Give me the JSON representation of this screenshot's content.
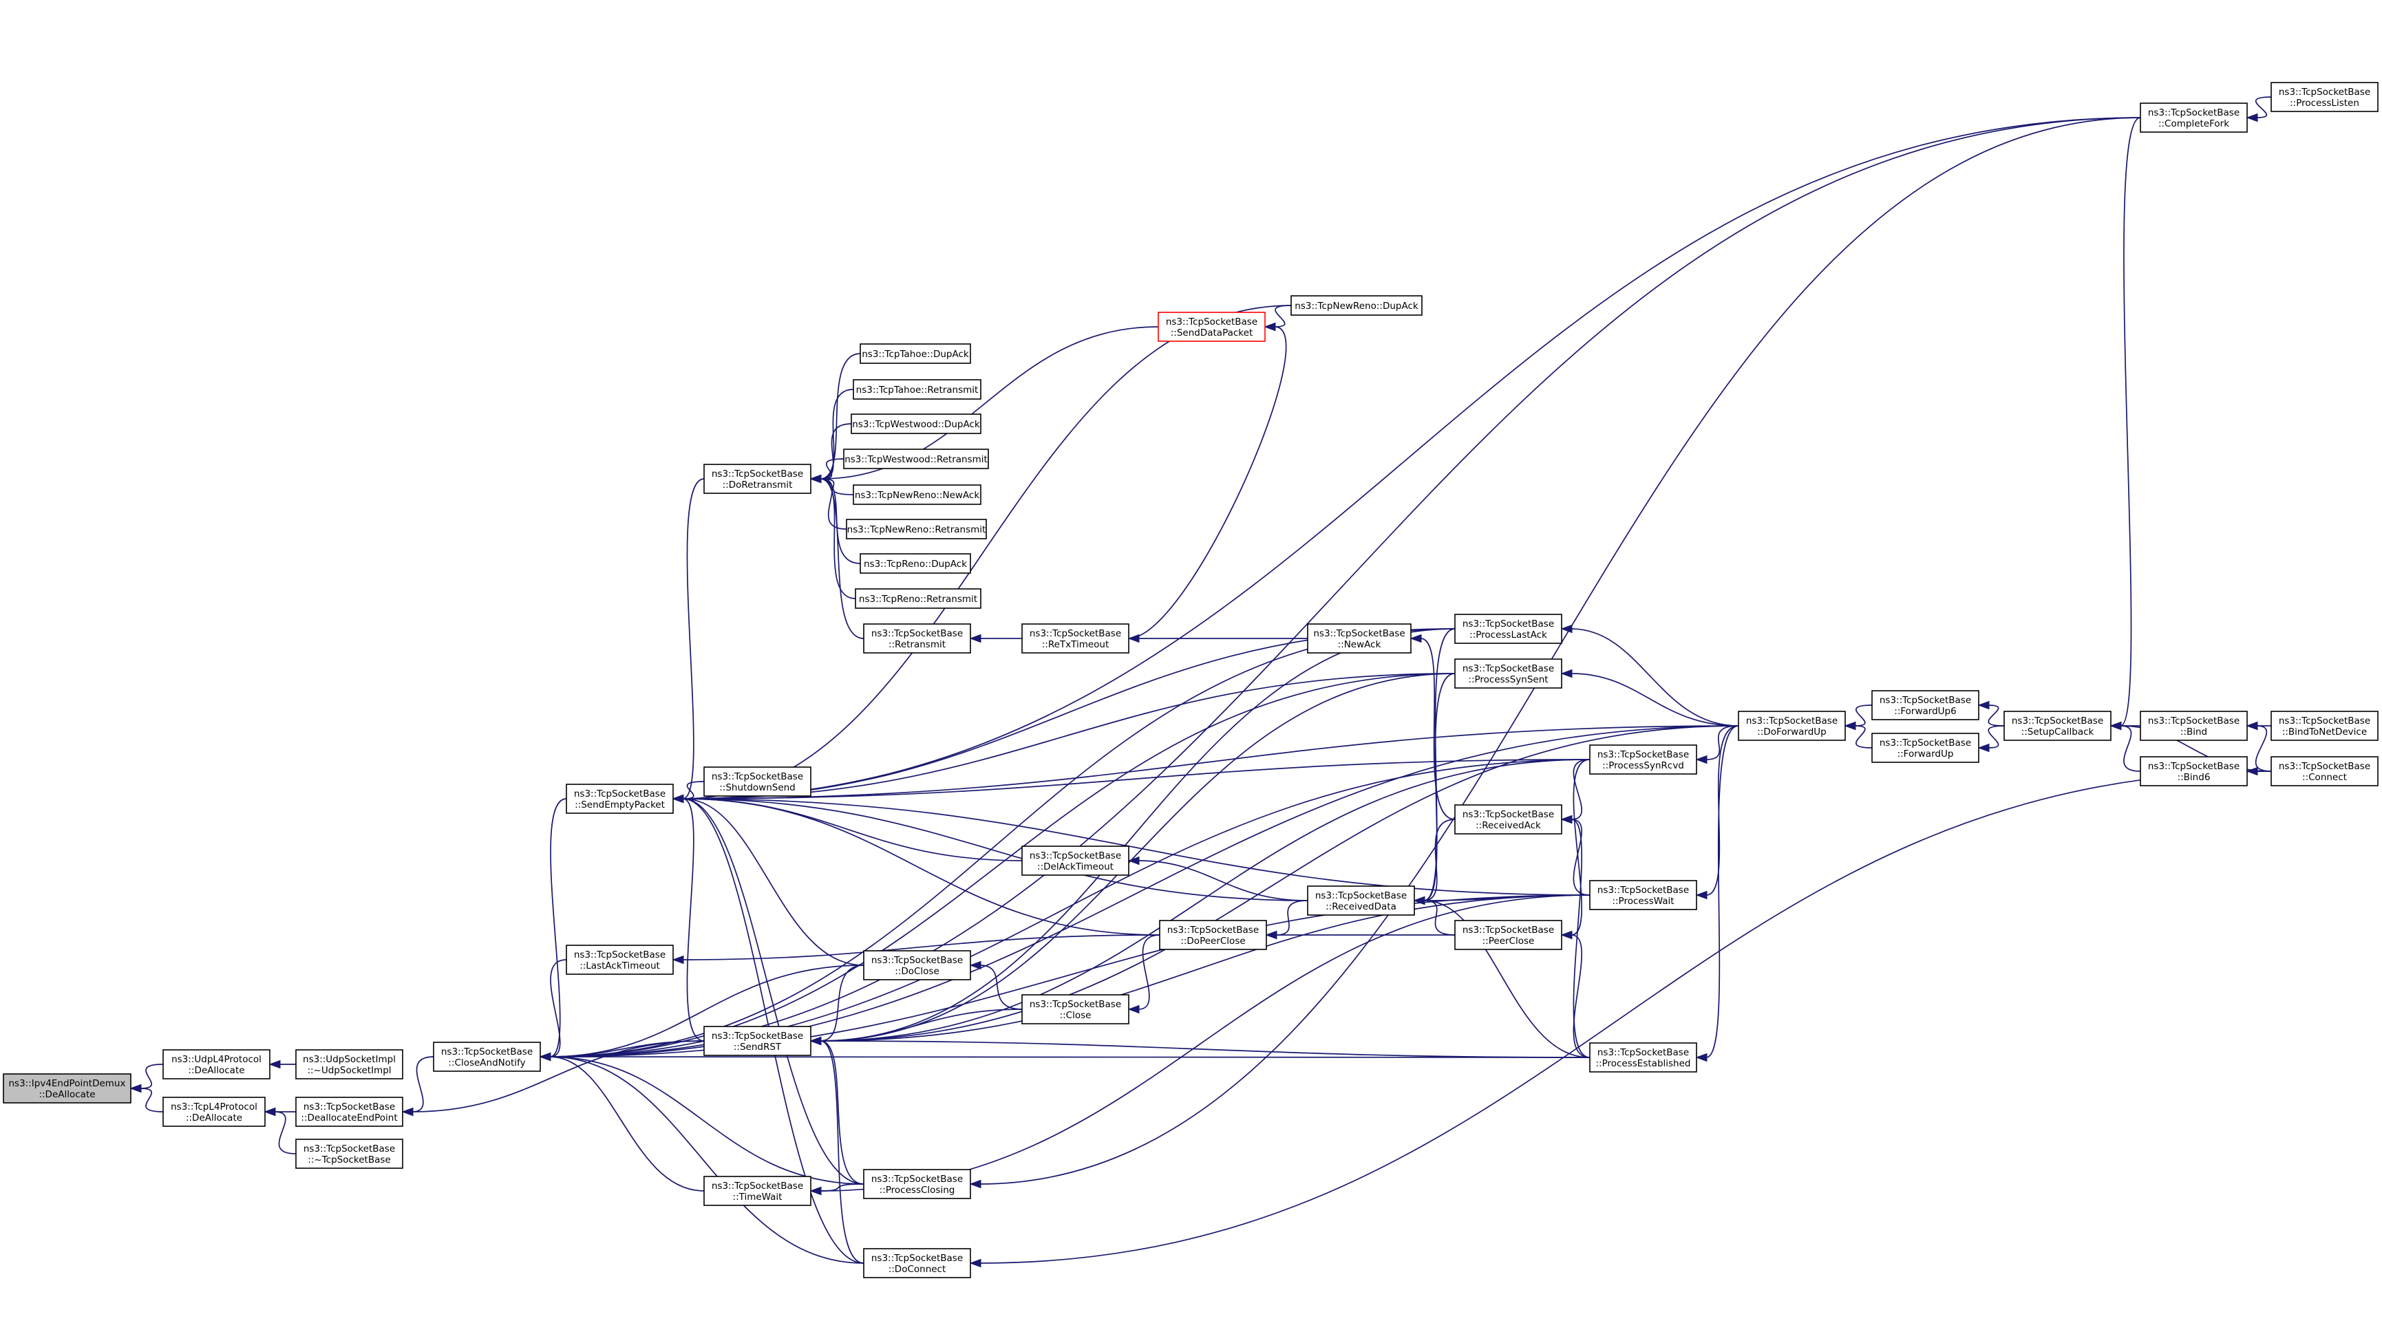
{
  "diagram": {
    "type": "doxygen-caller-graph",
    "colors": {
      "edge": "#191970",
      "node_border": "#000000",
      "root_fill": "#bfbfbf",
      "highlight_border": "#ff0000",
      "background": "#ffffff"
    },
    "nodes": [
      {
        "id": "root",
        "lines": [
          "ns3::Ipv4EndPointDemux",
          "::DeAllocate"
        ],
        "root": true
      },
      {
        "id": "udpl4",
        "lines": [
          "ns3::UdpL4Protocol",
          "::DeAllocate"
        ]
      },
      {
        "id": "udpsockimpl",
        "lines": [
          "ns3::UdpSocketImpl",
          "::~UdpSocketImpl"
        ]
      },
      {
        "id": "tcpl4",
        "lines": [
          "ns3::TcpL4Protocol",
          "::DeAllocate"
        ]
      },
      {
        "id": "dealloc",
        "lines": [
          "ns3::TcpSocketBase",
          "::DeallocateEndPoint"
        ]
      },
      {
        "id": "dtor",
        "lines": [
          "ns3::TcpSocketBase",
          "::~TcpSocketBase"
        ]
      },
      {
        "id": "closenotify",
        "lines": [
          "ns3::TcpSocketBase",
          "::CloseAndNotify"
        ]
      },
      {
        "id": "sendempty",
        "lines": [
          "ns3::TcpSocketBase",
          "::SendEmptyPacket"
        ]
      },
      {
        "id": "lastacktimeout",
        "lines": [
          "ns3::TcpSocketBase",
          "::LastAckTimeout"
        ]
      },
      {
        "id": "doretransmit",
        "lines": [
          "ns3::TcpSocketBase",
          "::DoRetransmit"
        ]
      },
      {
        "id": "shutdownsend",
        "lines": [
          "ns3::TcpSocketBase",
          "::ShutdownSend"
        ]
      },
      {
        "id": "sendrst",
        "lines": [
          "ns3::TcpSocketBase",
          "::SendRST"
        ]
      },
      {
        "id": "timewait",
        "lines": [
          "ns3::TcpSocketBase",
          "::TimeWait"
        ]
      },
      {
        "id": "senddatapacket",
        "lines": [
          "ns3::TcpSocketBase",
          "::SendDataPacket"
        ],
        "highlight": true
      },
      {
        "id": "tahoedupack",
        "lines": [
          "ns3::TcpTahoe::DupAck"
        ]
      },
      {
        "id": "tahoeretrans",
        "lines": [
          "ns3::TcpTahoe::Retransmit"
        ]
      },
      {
        "id": "westdupack",
        "lines": [
          "ns3::TcpWestwood::DupAck"
        ]
      },
      {
        "id": "westretrans",
        "lines": [
          "ns3::TcpWestwood::Retransmit"
        ]
      },
      {
        "id": "nrnewack",
        "lines": [
          "ns3::TcpNewReno::NewAck"
        ]
      },
      {
        "id": "nrretrans",
        "lines": [
          "ns3::TcpNewReno::Retransmit"
        ]
      },
      {
        "id": "renodupack",
        "lines": [
          "ns3::TcpReno::DupAck"
        ]
      },
      {
        "id": "renoretrans",
        "lines": [
          "ns3::TcpReno::Retransmit"
        ]
      },
      {
        "id": "retransmit",
        "lines": [
          "ns3::TcpSocketBase",
          "::Retransmit"
        ]
      },
      {
        "id": "doclose",
        "lines": [
          "ns3::TcpSocketBase",
          "::DoClose"
        ]
      },
      {
        "id": "processclosing",
        "lines": [
          "ns3::TcpSocketBase",
          "::ProcessClosing"
        ]
      },
      {
        "id": "doconnect",
        "lines": [
          "ns3::TcpSocketBase",
          "::DoConnect"
        ]
      },
      {
        "id": "nrdupack",
        "lines": [
          "ns3::TcpNewReno::DupAck"
        ]
      },
      {
        "id": "retxtimeout",
        "lines": [
          "ns3::TcpSocketBase",
          "::ReTxTimeout"
        ]
      },
      {
        "id": "delacktimeout",
        "lines": [
          "ns3::TcpSocketBase",
          "::DelAckTimeout"
        ]
      },
      {
        "id": "close",
        "lines": [
          "ns3::TcpSocketBase",
          "::Close"
        ]
      },
      {
        "id": "newack",
        "lines": [
          "ns3::TcpSocketBase",
          "::NewAck"
        ]
      },
      {
        "id": "doprclose",
        "lines": [
          "ns3::TcpSocketBase",
          "::DoPeerClose"
        ]
      },
      {
        "id": "receiveddata",
        "lines": [
          "ns3::TcpSocketBase",
          "::ReceivedData"
        ]
      },
      {
        "id": "processlastack",
        "lines": [
          "ns3::TcpSocketBase",
          "::ProcessLastAck"
        ]
      },
      {
        "id": "processsynsent",
        "lines": [
          "ns3::TcpSocketBase",
          "::ProcessSynSent"
        ]
      },
      {
        "id": "receivedack",
        "lines": [
          "ns3::TcpSocketBase",
          "::ReceivedAck"
        ]
      },
      {
        "id": "peerclose",
        "lines": [
          "ns3::TcpSocketBase",
          "::PeerClose"
        ]
      },
      {
        "id": "processsynrcvd",
        "lines": [
          "ns3::TcpSocketBase",
          "::ProcessSynRcvd"
        ]
      },
      {
        "id": "processwait",
        "lines": [
          "ns3::TcpSocketBase",
          "::ProcessWait"
        ]
      },
      {
        "id": "processestablished",
        "lines": [
          "ns3::TcpSocketBase",
          "::ProcessEstablished"
        ]
      },
      {
        "id": "doforwardup",
        "lines": [
          "ns3::TcpSocketBase",
          "::DoForwardUp"
        ]
      },
      {
        "id": "forwardup6",
        "lines": [
          "ns3::TcpSocketBase",
          "::ForwardUp6"
        ]
      },
      {
        "id": "forwardup",
        "lines": [
          "ns3::TcpSocketBase",
          "::ForwardUp"
        ]
      },
      {
        "id": "setupcallback",
        "lines": [
          "ns3::TcpSocketBase",
          "::SetupCallback"
        ]
      },
      {
        "id": "completefork",
        "lines": [
          "ns3::TcpSocketBase",
          "::CompleteFork"
        ]
      },
      {
        "id": "processlisten",
        "lines": [
          "ns3::TcpSocketBase",
          "::ProcessListen"
        ]
      },
      {
        "id": "bind",
        "lines": [
          "ns3::TcpSocketBase",
          "::Bind"
        ]
      },
      {
        "id": "bind6",
        "lines": [
          "ns3::TcpSocketBase",
          "::Bind6"
        ]
      },
      {
        "id": "bindtonetdevice",
        "lines": [
          "ns3::TcpSocketBase",
          "::BindToNetDevice"
        ]
      },
      {
        "id": "connect",
        "lines": [
          "ns3::TcpSocketBase",
          "::Connect"
        ]
      }
    ],
    "edges": [
      [
        "udpl4",
        "root"
      ],
      [
        "tcpl4",
        "root"
      ],
      [
        "udpsockimpl",
        "udpl4"
      ],
      [
        "dealloc",
        "tcpl4"
      ],
      [
        "dtor",
        "tcpl4"
      ],
      [
        "closenotify",
        "dealloc"
      ],
      [
        "sendrst",
        "dealloc"
      ],
      [
        "sendempty",
        "closenotify"
      ],
      [
        "lastacktimeout",
        "closenotify"
      ],
      [
        "doclose",
        "closenotify"
      ],
      [
        "sendrst",
        "closenotify"
      ],
      [
        "timewait",
        "closenotify"
      ],
      [
        "processclosing",
        "closenotify"
      ],
      [
        "doconnect",
        "closenotify"
      ],
      [
        "processlastack",
        "closenotify"
      ],
      [
        "processsynsent",
        "closenotify"
      ],
      [
        "processsynrcvd",
        "closenotify"
      ],
      [
        "processwait",
        "closenotify"
      ],
      [
        "processestablished",
        "closenotify"
      ],
      [
        "completefork",
        "closenotify"
      ],
      [
        "doforwardup",
        "closenotify"
      ],
      [
        "doretransmit",
        "sendempty"
      ],
      [
        "shutdownsend",
        "sendempty"
      ],
      [
        "sendrst",
        "sendempty"
      ],
      [
        "delacktimeout",
        "sendempty"
      ],
      [
        "doclose",
        "sendempty"
      ],
      [
        "doprclose",
        "sendempty"
      ],
      [
        "receiveddata",
        "sendempty"
      ],
      [
        "processlastack",
        "sendempty"
      ],
      [
        "processsynsent",
        "sendempty"
      ],
      [
        "processsynrcvd",
        "sendempty"
      ],
      [
        "processwait",
        "sendempty"
      ],
      [
        "processclosing",
        "sendempty"
      ],
      [
        "doconnect",
        "sendempty"
      ],
      [
        "completefork",
        "sendempty"
      ],
      [
        "doforwardup",
        "sendempty"
      ],
      [
        "nrdupack",
        "sendempty"
      ],
      [
        "senddatapacket",
        "doretransmit"
      ],
      [
        "tahoedupack",
        "doretransmit"
      ],
      [
        "tahoeretrans",
        "doretransmit"
      ],
      [
        "westdupack",
        "doretransmit"
      ],
      [
        "westretrans",
        "doretransmit"
      ],
      [
        "nrnewack",
        "doretransmit"
      ],
      [
        "nrretrans",
        "doretransmit"
      ],
      [
        "renodupack",
        "doretransmit"
      ],
      [
        "renoretrans",
        "doretransmit"
      ],
      [
        "retransmit",
        "doretransmit"
      ],
      [
        "nrdupack",
        "senddatapacket"
      ],
      [
        "retxtimeout",
        "senddatapacket"
      ],
      [
        "retxtimeout",
        "retransmit"
      ],
      [
        "newack",
        "retxtimeout"
      ],
      [
        "receivedack",
        "newack"
      ],
      [
        "receiveddata",
        "delacktimeout"
      ],
      [
        "doprclose",
        "lastacktimeout"
      ],
      [
        "close",
        "doclose"
      ],
      [
        "doprclose",
        "close"
      ],
      [
        "doclose",
        "sendrst"
      ],
      [
        "close",
        "sendrst"
      ],
      [
        "processclosing",
        "sendrst"
      ],
      [
        "doconnect",
        "sendrst"
      ],
      [
        "processlastack",
        "sendrst"
      ],
      [
        "processsynsent",
        "sendrst"
      ],
      [
        "processsynrcvd",
        "sendrst"
      ],
      [
        "processwait",
        "sendrst"
      ],
      [
        "processestablished",
        "sendrst"
      ],
      [
        "doforwardup",
        "sendrst"
      ],
      [
        "processclosing",
        "timewait"
      ],
      [
        "processwait",
        "timewait"
      ],
      [
        "receiveddata",
        "doprclose"
      ],
      [
        "peerclose",
        "doprclose"
      ],
      [
        "receivedack",
        "receiveddata"
      ],
      [
        "peerclose",
        "receiveddata"
      ],
      [
        "processwait",
        "receiveddata"
      ],
      [
        "processestablished",
        "receiveddata"
      ],
      [
        "processlastack",
        "receiveddata"
      ],
      [
        "processsynsent",
        "receiveddata"
      ],
      [
        "processsynrcvd",
        "receivedack"
      ],
      [
        "processwait",
        "receivedack"
      ],
      [
        "processestablished",
        "receivedack"
      ],
      [
        "processsynrcvd",
        "peerclose"
      ],
      [
        "processestablished",
        "peerclose"
      ],
      [
        "doforwardup",
        "processlastack"
      ],
      [
        "doforwardup",
        "processsynsent"
      ],
      [
        "doforwardup",
        "processsynrcvd"
      ],
      [
        "doforwardup",
        "processwait"
      ],
      [
        "doforwardup",
        "processestablished"
      ],
      [
        "connect",
        "doconnect"
      ],
      [
        "forwardup6",
        "doforwardup"
      ],
      [
        "forwardup",
        "doforwardup"
      ],
      [
        "setupcallback",
        "forwardup6"
      ],
      [
        "setupcallback",
        "forwardup"
      ],
      [
        "completefork",
        "processclosing"
      ],
      [
        "processlisten",
        "completefork"
      ],
      [
        "bind",
        "setupcallback"
      ],
      [
        "bind6",
        "setupcallback"
      ],
      [
        "completefork",
        "setupcallback"
      ],
      [
        "connect",
        "setupcallback"
      ],
      [
        "bindtonetdevice",
        "bind"
      ],
      [
        "connect",
        "bind"
      ],
      [
        "connect",
        "bind6"
      ]
    ]
  }
}
